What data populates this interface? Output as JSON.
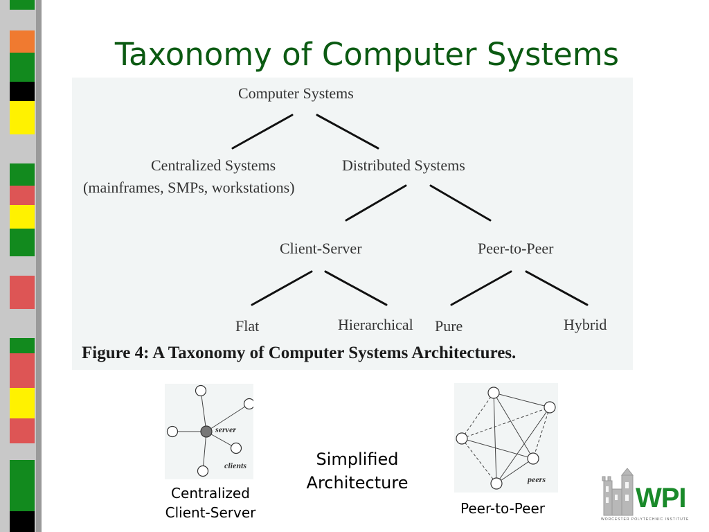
{
  "title": "Taxonomy of Computer Systems",
  "taxonomy": {
    "root": "Computer Systems",
    "centralized": "Centralized Systems",
    "centralized_note": "(mainframes, SMPs, workstations)",
    "distributed": "Distributed Systems",
    "client_server": "Client-Server",
    "peer_to_peer": "Peer-to-Peer",
    "flat": "Flat",
    "hierarchical": "Hierarchical",
    "pure": "Pure",
    "hybrid": "Hybrid",
    "caption": "Figure 4: A Taxonomy of Computer Systems Architectures."
  },
  "client_server_diagram": {
    "server_label": "server",
    "clients_label": "clients",
    "caption_line1": "Centralized",
    "caption_line2": "Client-Server"
  },
  "middle_text": {
    "line1": "Simplified",
    "line2": "Architecture"
  },
  "p2p_diagram": {
    "peers_label": "peers",
    "caption": "Peer-to-Peer"
  },
  "logo": {
    "text": "WPI",
    "subtitle": "WORCESTER POLYTECHNIC INSTITUTE"
  },
  "colors": {
    "title": "#0b5a12",
    "strip_green": "#128a1e",
    "strip_orange": "#f07a30",
    "strip_yellow": "#fff200",
    "strip_red": "#dd5555",
    "strip_gray": "#9a9a9a",
    "logo_green": "#1a8a2a",
    "logo_red": "#c8202a"
  }
}
